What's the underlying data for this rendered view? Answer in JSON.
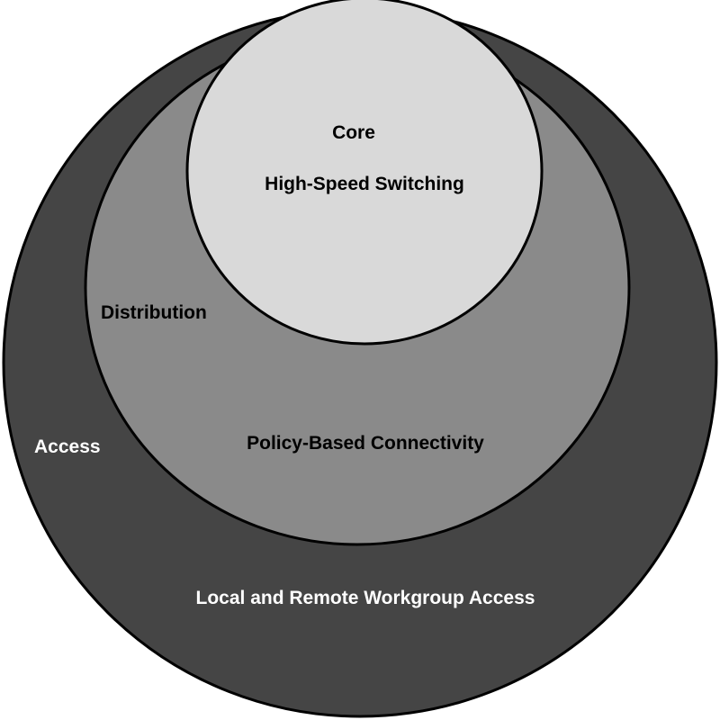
{
  "layers": {
    "access": {
      "name": "Access",
      "function": "Local and Remote Workgroup Access",
      "fill": "#454545",
      "text_color": "#ffffff"
    },
    "distribution": {
      "name": "Distribution",
      "function": "Policy-Based Connectivity",
      "fill": "#8a8a8a",
      "text_color": "#000000"
    },
    "core": {
      "name": "Core",
      "function": "High-Speed Switching",
      "fill": "#d9d9d9",
      "text_color": "#000000"
    }
  },
  "outline_color": "#000000"
}
